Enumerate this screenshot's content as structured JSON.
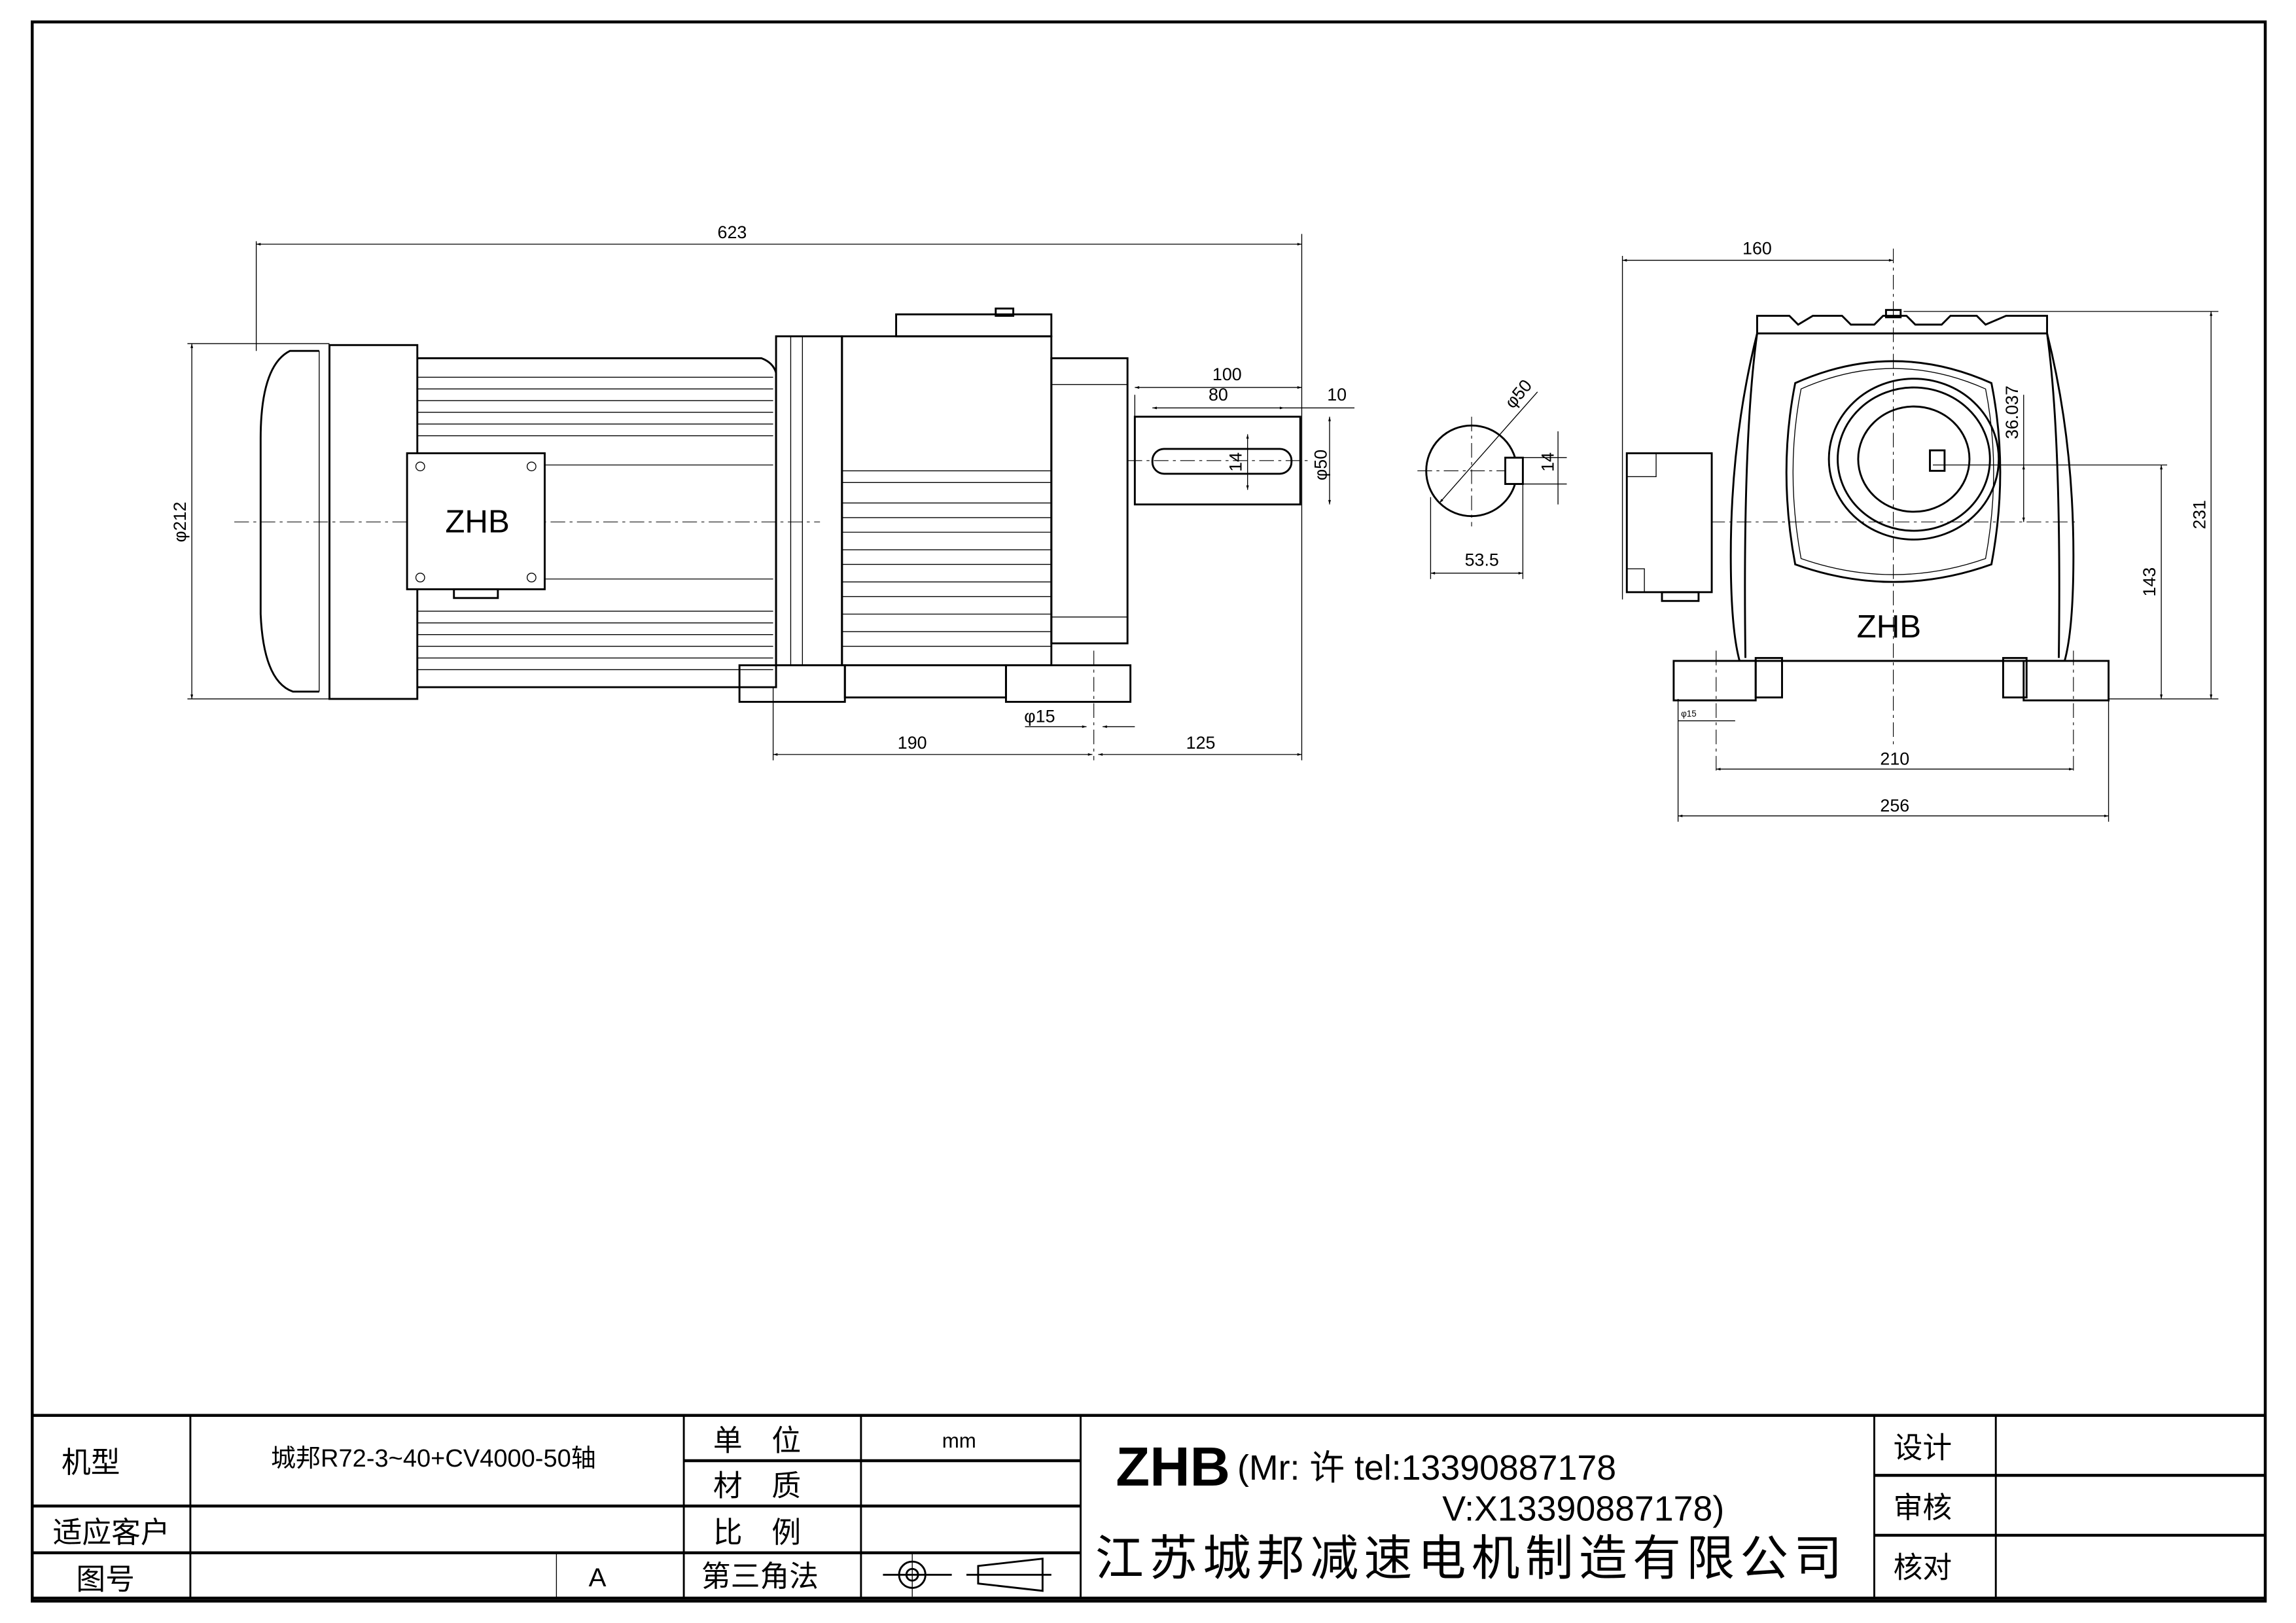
{
  "side_view": {
    "brand_label": "ZHB",
    "dims": {
      "overall_length": "623",
      "motor_dia": "φ212",
      "shaft_len": "100",
      "key_len": "80",
      "key_offset": "10",
      "key_width": "14",
      "shaft_dia": "φ50",
      "foot_spacing": "190",
      "foot_to_shaft_end": "125",
      "foot_hole": "φ15"
    }
  },
  "shaft_section": {
    "dims": {
      "dia": "φ50",
      "key_width": "14",
      "key_height": "53.5"
    }
  },
  "end_view": {
    "brand_label": "ZHB",
    "dims": {
      "half_width": "160",
      "total_height": "231",
      "center_height": "143",
      "offset": "36.037",
      "hole_spacing": "210",
      "base_width": "256",
      "foot_hole": "φ15"
    }
  },
  "title_block": {
    "model_label": "机型",
    "model_value": "城邦R72-3~40+CV4000-50轴",
    "customer_label": "适应客户",
    "drawing_no_label": "图号",
    "revision": "A",
    "unit_label": "单　位",
    "unit_value": "mm",
    "material_label": "材　质",
    "scale_label": "比　例",
    "projection_label": "第三角法",
    "brand": "ZHB",
    "contact_line1": "(Mr: 许 tel:13390887178",
    "contact_line2": "V:X13390887178)",
    "company": "江苏城邦减速电机制造有限公司",
    "design_label": "设计",
    "review_label": "审核",
    "check_label": "核对"
  }
}
